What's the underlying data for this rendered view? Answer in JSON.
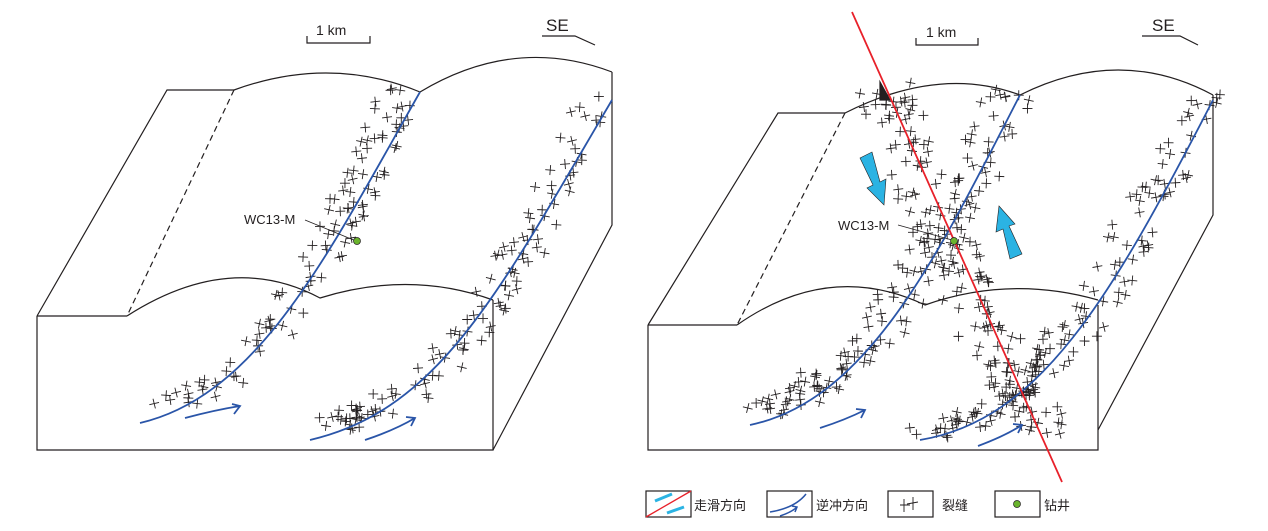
{
  "left_panel": {
    "scale_label": "1 km",
    "direction_label": "SE",
    "well_label": "WC13-M"
  },
  "right_panel": {
    "scale_label": "1 km",
    "direction_label": "SE",
    "well_label": "WC13-M"
  },
  "legend": [
    {
      "icon": "strike-slip-icon",
      "label": "走滑方向"
    },
    {
      "icon": "thrust-icon",
      "label": "逆冲方向"
    },
    {
      "icon": "fracture-icon",
      "label": "裂缝"
    },
    {
      "icon": "well-icon",
      "label": "钻井"
    }
  ],
  "colors": {
    "fault": "#2a55a8",
    "strike_slip": "#e8212a",
    "arrow": "#2bb3e3",
    "well": "#6ab42d",
    "line": "#231f20"
  }
}
